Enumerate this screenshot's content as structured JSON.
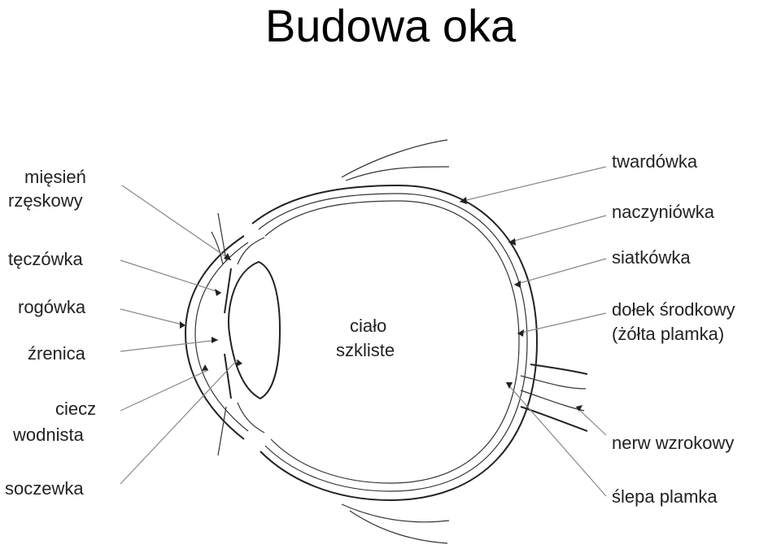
{
  "title": "Budowa oka",
  "labels": {
    "miesien_1": "mięsień",
    "miesien_2": "rzęskowy",
    "teczowka": "tęczówka",
    "rogowka": "rogówka",
    "zrenica": "źrenica",
    "ciecz_1": "ciecz",
    "ciecz_2": "wodnista",
    "soczewka": "soczewka",
    "cialo_1": "ciało",
    "cialo_2": "szkliste",
    "twardowka": "twardówka",
    "naczyniowka": "naczyniówka",
    "siatkowka": "siatkówka",
    "dolek_1": "dołek środkowy",
    "dolek_2": "(żółta plamka)",
    "nerw": "nerw wzrokowy",
    "slepa": "ślepa plamka"
  }
}
